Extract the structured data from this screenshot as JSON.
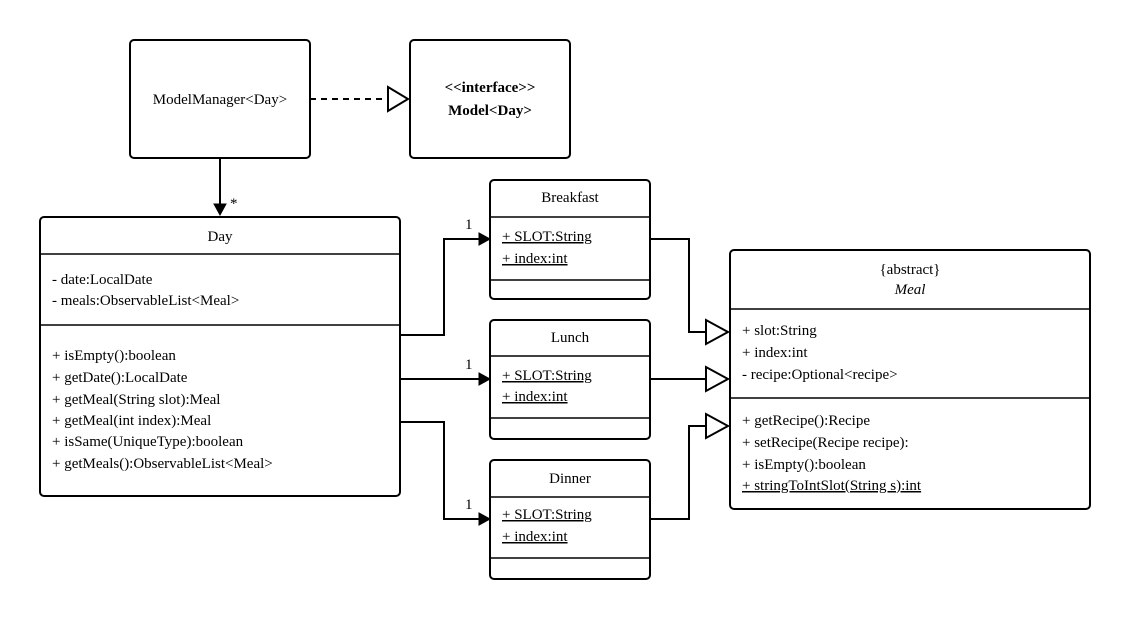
{
  "classes": {
    "model_manager": {
      "name": "ModelManager<Day>"
    },
    "model": {
      "stereotype": "<<interface>>",
      "name": "Model<Day>"
    },
    "day": {
      "name": "Day",
      "attributes": [
        "- date:LocalDate",
        "- meals:ObservableList<Meal>"
      ],
      "methods": [
        "+ isEmpty():boolean",
        "+ getDate():LocalDate",
        "+ getMeal(String slot):Meal",
        "+ getMeal(int index):Meal",
        "+ isSame(UniqueType):boolean",
        "+ getMeals():ObservableList<Meal>"
      ]
    },
    "breakfast": {
      "name": "Breakfast",
      "attributes": [
        "+ SLOT:String",
        "+ index:int"
      ]
    },
    "lunch": {
      "name": "Lunch",
      "attributes": [
        "+ SLOT:String",
        "+ index:int"
      ]
    },
    "dinner": {
      "name": "Dinner",
      "attributes": [
        "+ SLOT:String",
        "+ index:int"
      ]
    },
    "meal": {
      "stereotype": "{abstract}",
      "name": "Meal",
      "attributes": [
        "+ slot:String",
        "+ index:int",
        "- recipe:Optional<recipe>"
      ],
      "methods": [
        "+ getRecipe():Recipe",
        "+ setRecipe(Recipe recipe):",
        "+ isEmpty():boolean",
        "+ stringToIntSlot(String s):int"
      ]
    }
  },
  "multiplicities": {
    "manager_to_day": "*",
    "day_to_breakfast": "1",
    "day_to_lunch": "1",
    "day_to_dinner": "1"
  }
}
